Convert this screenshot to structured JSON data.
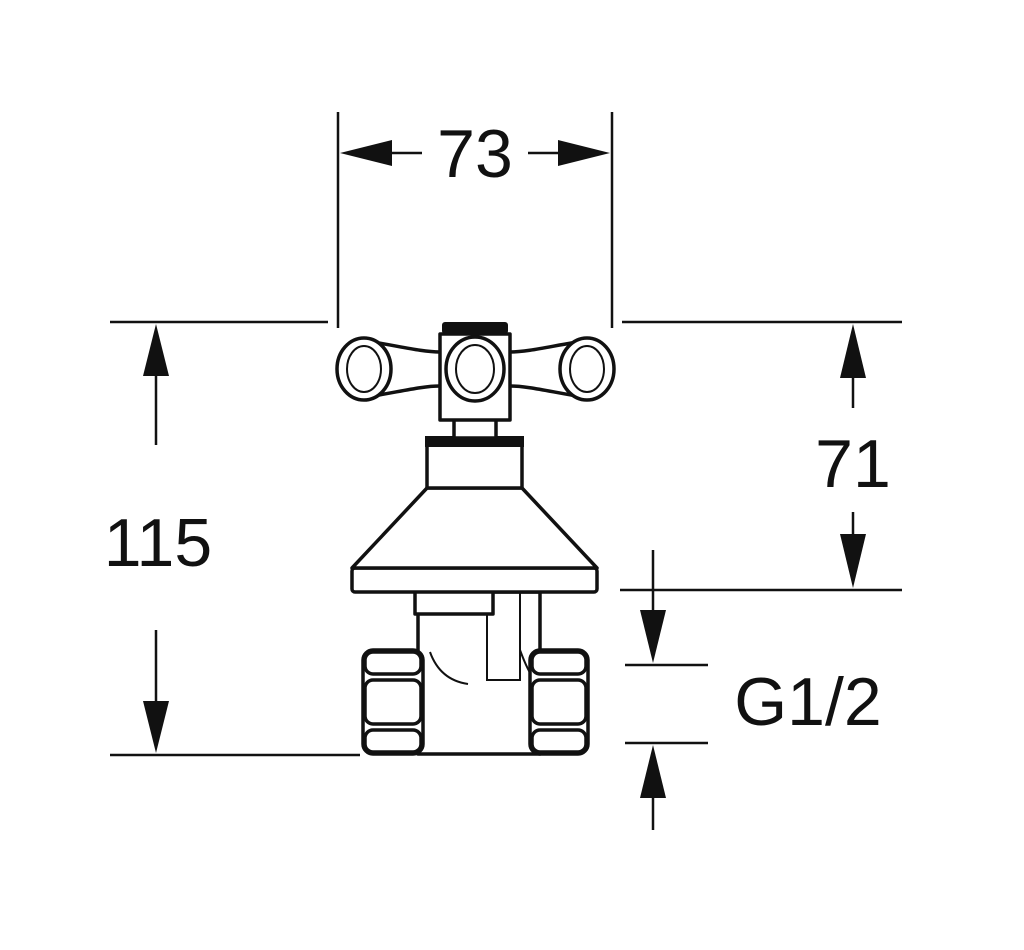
{
  "drawing": {
    "dimensions": {
      "width": "73",
      "handle_height": "71",
      "total_height": "115",
      "thread": "G1/2"
    },
    "colors": {
      "line": "#111111",
      "background": "#ffffff"
    }
  }
}
